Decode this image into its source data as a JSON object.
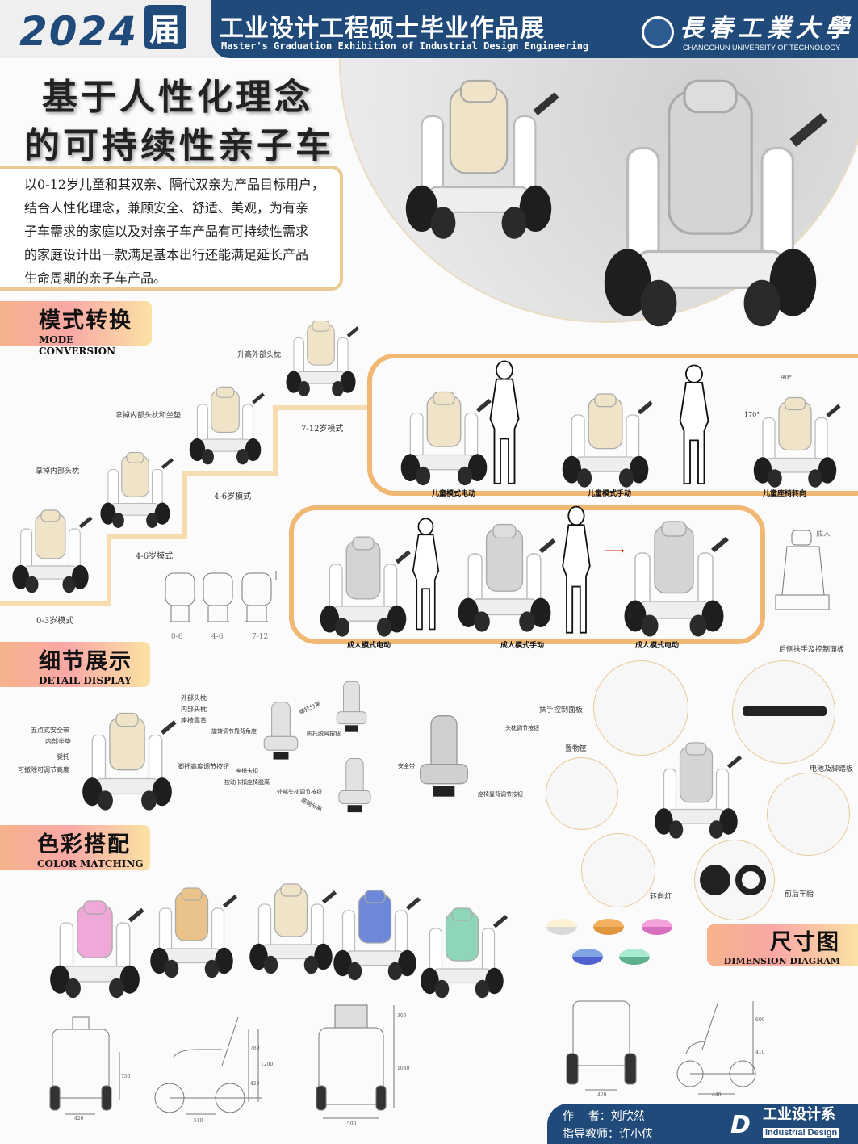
{
  "header": {
    "year": "2024",
    "year_suffix": "届",
    "title_cn": "工业设计工程硕士毕业作品展",
    "title_en": "Master's Graduation Exhibition of  Industrial Design Engineering",
    "university_cn": "長春工業大學",
    "university_en": "CHANGCHUN UNIVERSITY OF  TECHNOLOGY"
  },
  "title": {
    "line1": "基于人性化理念",
    "line2": "的可持续性亲子车"
  },
  "intro": [
    "以0-12岁儿童和其双亲、隔代双亲为产品目标用户，",
    "结合人性化理念，兼顾安全、舒适、美观，为有亲",
    "子车需求的家庭以及对亲子车产品有可持续性需求",
    "的家庭设计出一款满足基本出行还能满足延长产品",
    "生命周期的亲子车产品。"
  ],
  "mode": {
    "cn": "模式转换",
    "en": "MODE CONVERSION",
    "steps": [
      "0-3岁模式",
      "4-6岁模式",
      "4-6岁模式",
      "7-12岁模式"
    ],
    "actions": [
      "拿掉内部头枕",
      "拿掉内部头枕和坐垫",
      "升高外部头枕"
    ],
    "sketch_labels": [
      "0-6",
      "4-6",
      "7-12"
    ],
    "child_modes": [
      "儿童模式电动",
      "儿童模式手动",
      "儿童座椅转向"
    ],
    "angles": [
      "90°",
      "170°"
    ],
    "adult_modes": [
      "成人模式电动",
      "成人模式手动",
      "成人模式电动"
    ],
    "sketch_note": "成人"
  },
  "detail": {
    "cn": "细节展示",
    "en": "DETAIL DISPLAY",
    "front_labels_right": [
      "外部头枕",
      "内部头枕",
      "座椅靠背",
      "脚托高度调节按钮"
    ],
    "front_labels_left": [
      "五点式安全带",
      "内部坐垫",
      "腿托",
      "可撤除可调节高度"
    ],
    "seat_labels": [
      "旋转调节靠背角度",
      "脚托脱离按钮",
      "座椅卡扣",
      "按动卡扣座椅脱离",
      "外部头枕调节按钮",
      "脚托分离",
      "座椅分离"
    ],
    "adult_seat_labels": [
      "头枕调节按钮",
      "安全带",
      "座椅靠背调节按钮"
    ],
    "parts": [
      "后侧扶手及控制面板",
      "扶手控制面板",
      "置物筐",
      "电池及脚踏板",
      "转向灯",
      "前后车胎"
    ]
  },
  "color": {
    "cn": "色彩搭配",
    "en": "COLOR MATCHING",
    "variants": [
      {
        "seat": "#f0a8d8",
        "frame": "#ffffff"
      },
      {
        "seat": "#e9c38a",
        "frame": "#ffffff"
      },
      {
        "seat": "#efe3c8",
        "frame": "#ffffff"
      },
      {
        "seat": "#6d88d8",
        "frame": "#ffffff"
      },
      {
        "seat": "#8fd6b8",
        "frame": "#ffffff"
      }
    ],
    "swatches": [
      [
        "#fdf1d6",
        "#d9d9d9"
      ],
      [
        "#f0b060",
        "#e0963c"
      ],
      [
        "#f5a3dc",
        "#d66fbd"
      ],
      [
        "#7fa3e3",
        "#5060cc"
      ],
      [
        "#a9ead0",
        "#5fb08c"
      ]
    ]
  },
  "dimension": {
    "cn": "尺寸图",
    "en": "DIMENSION DIAGRAM",
    "values": [
      "750",
      "420",
      "780",
      "1200",
      "420",
      "510",
      "300",
      "1080",
      "590",
      "600",
      "410",
      "440",
      "420"
    ]
  },
  "footer": {
    "author": "作    者：刘欣然",
    "advisor": "指导教师：许小侠",
    "dept_cn": "工业设计系",
    "dept_en": "Industrial Design"
  }
}
